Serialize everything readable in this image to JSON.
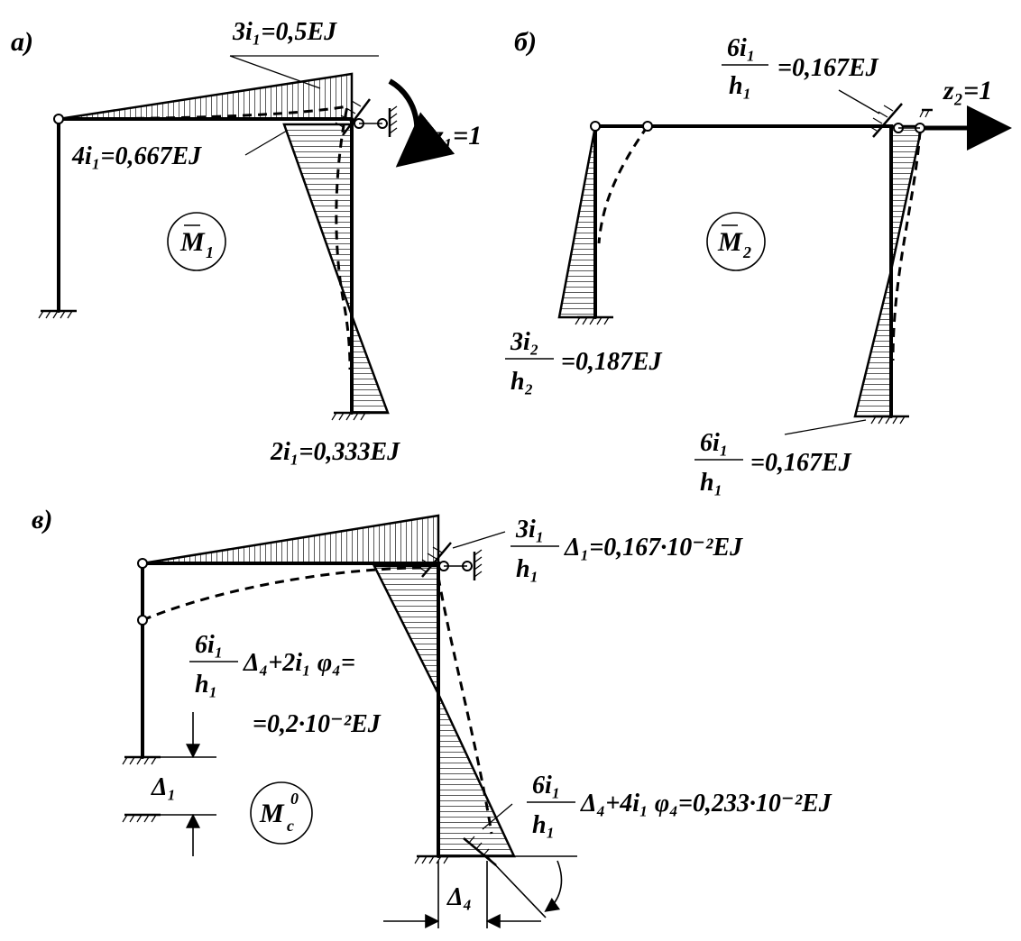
{
  "panel_a": {
    "tag": "а)",
    "diagram_name_main": "M",
    "diagram_name_sub": "1",
    "label_top": "3i₁=0,5EJ",
    "label_left": "4i₁=0,667EJ",
    "label_bottom": "2i₁=0,333EJ",
    "unknown": "z₁=1"
  },
  "panel_b": {
    "tag": "б)",
    "diagram_name_main": "M",
    "diagram_name_sub": "2",
    "label_top_num": "6i₁",
    "label_top_den": "h₁",
    "label_top_val": "=0,167EJ",
    "label_left_num": "3i₂",
    "label_left_den": "h₂",
    "label_left_val": "=0,187EJ",
    "label_bottom_num": "6i₁",
    "label_bottom_den": "h₁",
    "label_bottom_val": "=0,167EJ",
    "unknown": "z₂=1"
  },
  "panel_c": {
    "tag": "в)",
    "diagram_name_main": "M",
    "diagram_name_sub": "c",
    "diagram_name_sup": "0",
    "label_top_num": "3i₁",
    "label_top_den": "h₁",
    "label_top_val": "Δ₁=0,167·10⁻²EJ",
    "label_mid_num": "6i₁",
    "label_mid_den": "h₁",
    "label_mid_val1": "Δ₄+2i₁ φ₄=",
    "label_mid_val2": "=0,2·10⁻²EJ",
    "label_bottom_num": "6i₁",
    "label_bottom_den": "h₁",
    "label_bottom_val": "Δ₄+4i₁ φ₄=0,233·10⁻²EJ",
    "delta1": "Δ₁",
    "delta4": "Δ₄"
  }
}
